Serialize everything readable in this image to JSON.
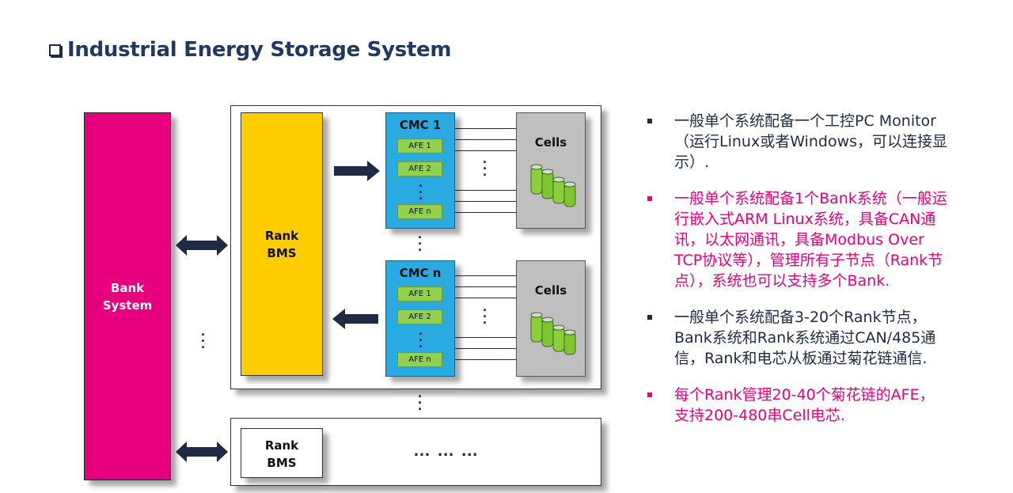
{
  "title": "Industrial Energy Storage System",
  "diagram": {
    "bank_label_1": "Bank",
    "bank_label_2": "System",
    "rank_bms_1": "Rank",
    "rank_bms_2": "BMS",
    "cmc_1": "CMC 1",
    "cmc_n": "CMC n",
    "afe_1": "AFE 1",
    "afe_2": "AFE 2",
    "afe_n": "AFE n",
    "cells": "Cells",
    "ellipsis": "… … …"
  },
  "bullets": [
    {
      "text": "一般单个系统配备一个工控PC Monitor（运行Linux或者Windows，可以连接显示）.",
      "color": "#1f2a44"
    },
    {
      "text": "一般单个系统配备1个Bank系统（一般运行嵌入式ARM Linux系统，具备CAN通讯，以太网通讯，具备Modbus Over TCP协议等），管理所有子节点（Rank节点），系统也可以支持多个Bank.",
      "color": "#e6007e"
    },
    {
      "text": "一般单个系统配备3-20个Rank节点，Bank系统和Rank系统通过CAN/485通信，Rank和电芯从板通过菊花链通信.",
      "color": "#1f2a44"
    },
    {
      "text": "每个Rank管理20-40个菊花链的AFE，支持200-480串Cell电芯.",
      "color": "#e6007e"
    }
  ],
  "colors": {
    "navy": "#1f2a44",
    "magenta": "#e6007e",
    "yellow": "#ffcc00",
    "cmc_blue": "#29aae1",
    "afe_green": "#92d050",
    "cells_gray": "#bfbfbf"
  }
}
